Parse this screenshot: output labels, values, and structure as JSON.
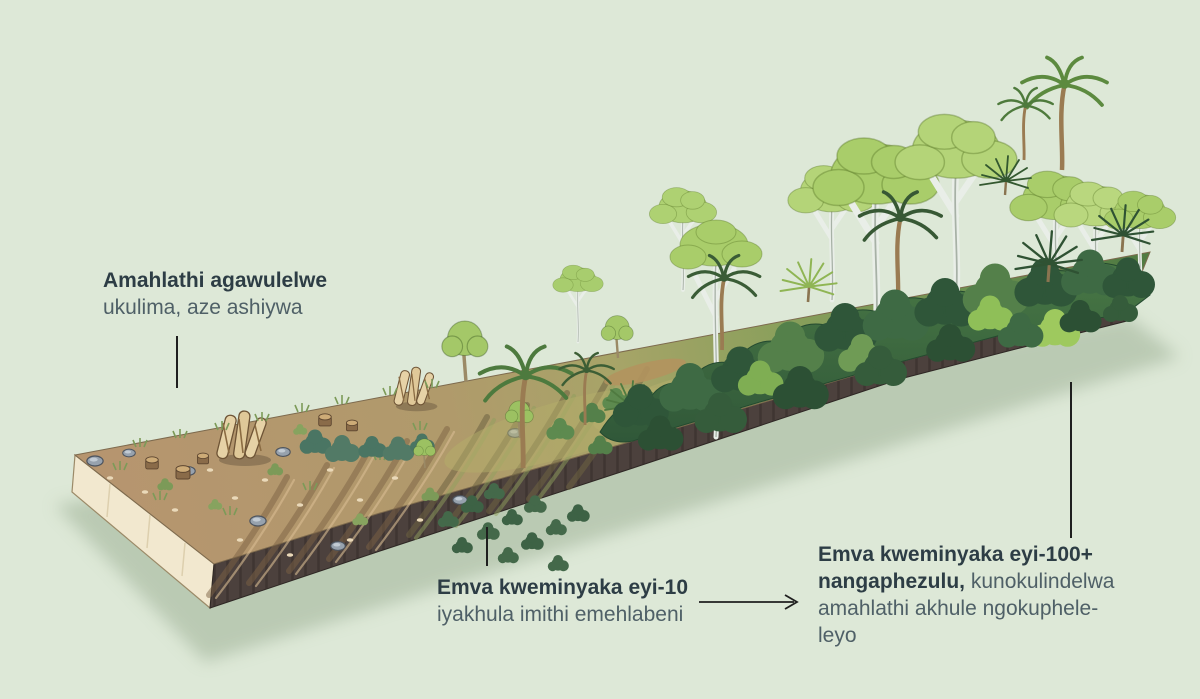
{
  "page": {
    "background_color": "#dde8d7"
  },
  "palette": {
    "text_bold": "#2d3d45",
    "text_regular": "#4f6067",
    "pointer_line": "#1f1f1f",
    "soil_top": "#b6956f",
    "soil_front_face": "#4c413d",
    "soil_cut_cream": "#f2e8cf",
    "grass_mid": "#8ba05c",
    "forest_understory_dark": "#2f5638",
    "canopy_light_green": "#aed172",
    "shadow": "#b2c3ab"
  },
  "annotations": {
    "cleared": {
      "title": "Amahlathi agawulelwe",
      "body": "ukulima, aze ashiywa"
    },
    "ten_years": {
      "title": "Emva kweminyaka eyi-10",
      "body": "iyakhula imithi emehlabeni"
    },
    "hundred_years": {
      "title_line1": "Emva kweminyaka eyi-100+",
      "title_line2": "nangaphezulu,",
      "body_line2": "kunokulindelwa",
      "body_line3": "amahlathi akhule ngokuphele-",
      "body_line4": "leyo"
    }
  }
}
